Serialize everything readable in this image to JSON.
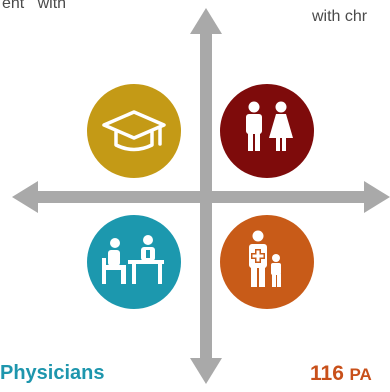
{
  "fragments": {
    "top_left": "ent   with",
    "top_right": "with chr"
  },
  "labels": {
    "bottom_left": "Physicians",
    "bottom_right_number": "116",
    "bottom_right_text": "PA"
  },
  "colors": {
    "arrows": "#a9a9a9",
    "gold": "#c49a16",
    "maroon": "#7e0b0b",
    "teal": "#1c98ae",
    "orange": "#c85b18"
  },
  "icons": {
    "top_left": "graduation-cap-icon",
    "top_right": "man-woman-icon",
    "bottom_left": "doctor-patient-consultation-icon",
    "bottom_right": "doctor-child-icon"
  }
}
